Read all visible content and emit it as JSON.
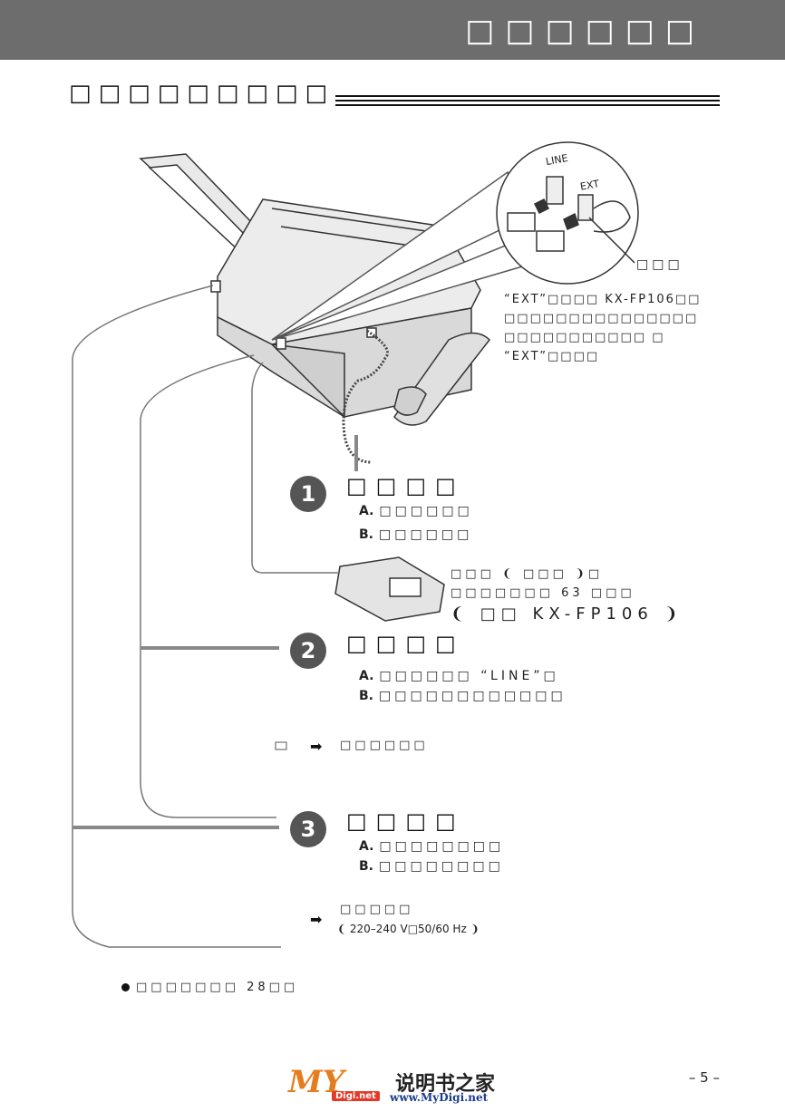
{
  "header": {
    "title": "□□□□□□"
  },
  "section": {
    "heading": "□□□□□□□□□"
  },
  "ext_jack": {
    "label": "□□□",
    "note_lines": [
      "“EXT”□□□□ KX-FP106□□",
      "□□□□□□□□□□□□□□□",
      "□□□□□□□□□□□ □",
      "“EXT”□□□□"
    ],
    "jack_line": "LINE",
    "jack_ext": "EXT"
  },
  "step1": {
    "number": "1",
    "title": "□□□□",
    "a_label": "A.",
    "a_text": "□□□□□□",
    "b_label": "B.",
    "b_text": "□□□□□□"
  },
  "answering_machine": {
    "line1": "□□□ ❨ □□□ ❩□",
    "line2": "□□□□□□□ 63 □□□",
    "line3": "❨ □□ KX-FP106 ❩"
  },
  "step2": {
    "number": "2",
    "title": "□□□□",
    "a_label": "A.",
    "a_text": "□□□□□□ “LINE”□",
    "b_label": "B.",
    "b_text": "□□□□□□□□□□□□"
  },
  "phone_jack_text": "□□□□□□",
  "step3": {
    "number": "3",
    "title": "□□□□",
    "a_label": "A.",
    "a_text": "□□□□□□□□",
    "b_label": "B.",
    "b_text": "□□□□□□□□"
  },
  "power": {
    "line1": "□□□□□",
    "line2": "❨ 220–240 V□50/60 Hz ❩"
  },
  "footnote": "□□□□□□□ 28□□",
  "page_number": "– 5 –",
  "logo": {
    "my": "MY",
    "cn": "说明书之家",
    "badge": "Digi.net",
    "url": "www.MyDigi.net"
  }
}
